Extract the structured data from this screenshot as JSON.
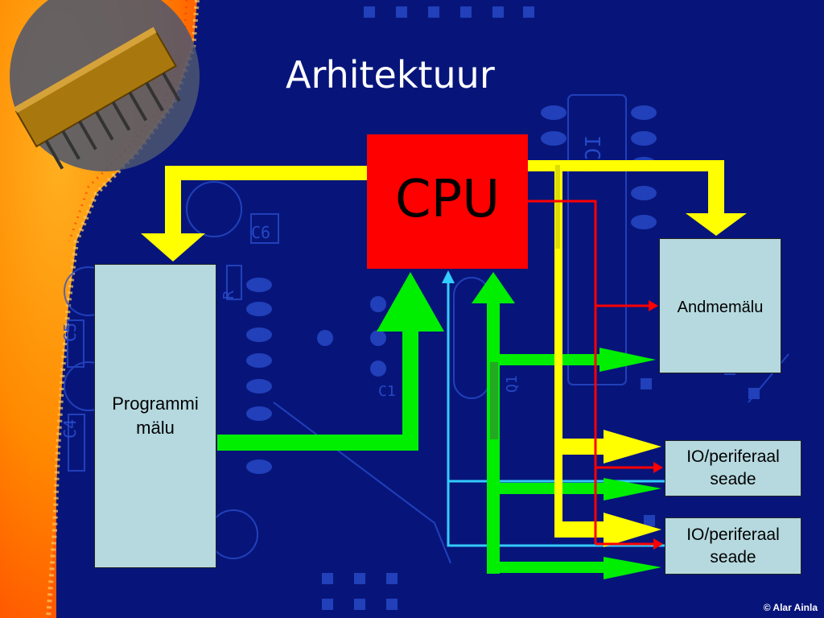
{
  "slide": {
    "title": "Arhitektuur",
    "copyright": "© Alar Ainla"
  },
  "diagram": {
    "cpu": {
      "label": "CPU"
    },
    "program_memory": {
      "line1": "Programmi",
      "line2": "mälu"
    },
    "data_memory": {
      "label": "Andmemälu"
    },
    "io_device_1": {
      "line1": "IO/periferaal",
      "line2": "seade"
    },
    "io_device_2": {
      "line1": "IO/periferaal",
      "line2": "seade"
    },
    "board_marks": {
      "ic": "IC1",
      "c6": "C6",
      "c5": "C5",
      "c4": "C4",
      "c1": "C1",
      "q1": "Q1",
      "r": "R"
    }
  },
  "colors": {
    "background": "#07157a",
    "cpu": "#ff0000",
    "box": "#b5d9df",
    "address_bus": "#ffff00",
    "data_bus": "#00ff00",
    "control_line": "#ff0000",
    "io_line": "#33ccff",
    "background_orange": "#ff7a00"
  }
}
